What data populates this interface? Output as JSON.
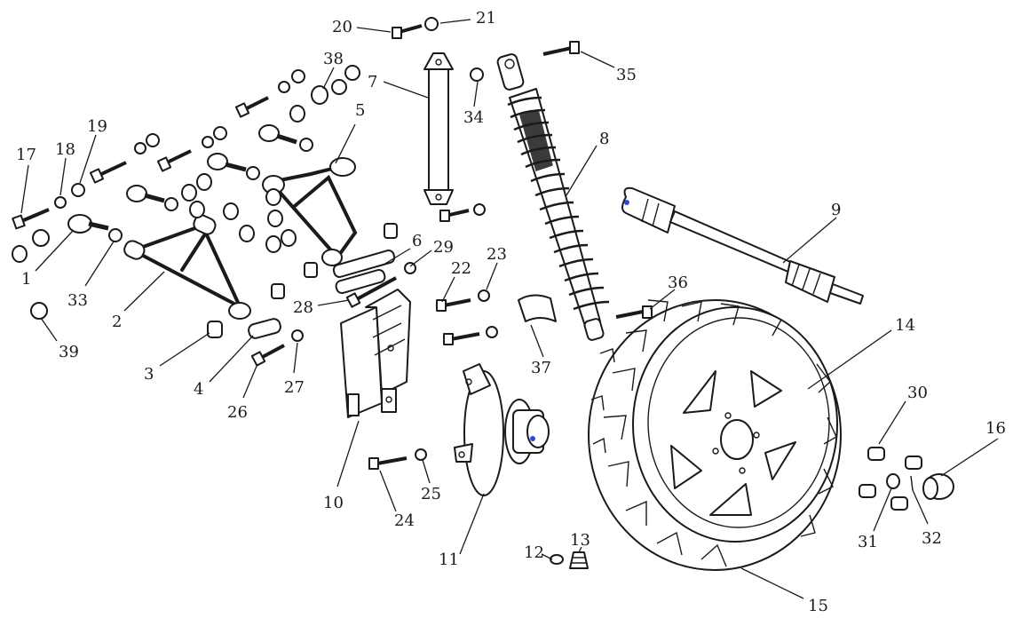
{
  "diagram": {
    "accent_colors": {
      "ink": "#1a1a1a",
      "fill": "#ffffff",
      "shade": "#c8c8c8"
    },
    "callouts": [
      {
        "id": "1",
        "text": "1"
      },
      {
        "id": "2",
        "text": "2"
      },
      {
        "id": "3",
        "text": "3"
      },
      {
        "id": "4",
        "text": "4"
      },
      {
        "id": "5",
        "text": "5"
      },
      {
        "id": "6",
        "text": "6"
      },
      {
        "id": "7",
        "text": "7"
      },
      {
        "id": "8",
        "text": "8"
      },
      {
        "id": "9",
        "text": "9"
      },
      {
        "id": "10",
        "text": "10"
      },
      {
        "id": "11",
        "text": "11"
      },
      {
        "id": "12",
        "text": "12"
      },
      {
        "id": "13",
        "text": "13"
      },
      {
        "id": "14",
        "text": "14"
      },
      {
        "id": "15",
        "text": "15"
      },
      {
        "id": "16",
        "text": "16"
      },
      {
        "id": "17",
        "text": "17"
      },
      {
        "id": "18",
        "text": "18"
      },
      {
        "id": "19",
        "text": "19"
      },
      {
        "id": "20",
        "text": "20"
      },
      {
        "id": "21",
        "text": "21"
      },
      {
        "id": "22",
        "text": "22"
      },
      {
        "id": "23",
        "text": "23"
      },
      {
        "id": "24",
        "text": "24"
      },
      {
        "id": "25",
        "text": "25"
      },
      {
        "id": "26",
        "text": "26"
      },
      {
        "id": "27",
        "text": "27"
      },
      {
        "id": "28",
        "text": "28"
      },
      {
        "id": "29",
        "text": "29"
      },
      {
        "id": "30",
        "text": "30"
      },
      {
        "id": "31",
        "text": "31"
      },
      {
        "id": "32",
        "text": "32"
      },
      {
        "id": "33",
        "text": "33"
      },
      {
        "id": "34",
        "text": "34"
      },
      {
        "id": "35",
        "text": "35"
      },
      {
        "id": "36",
        "text": "36"
      },
      {
        "id": "37",
        "text": "37"
      },
      {
        "id": "38",
        "text": "38"
      },
      {
        "id": "39",
        "text": "39"
      }
    ]
  }
}
